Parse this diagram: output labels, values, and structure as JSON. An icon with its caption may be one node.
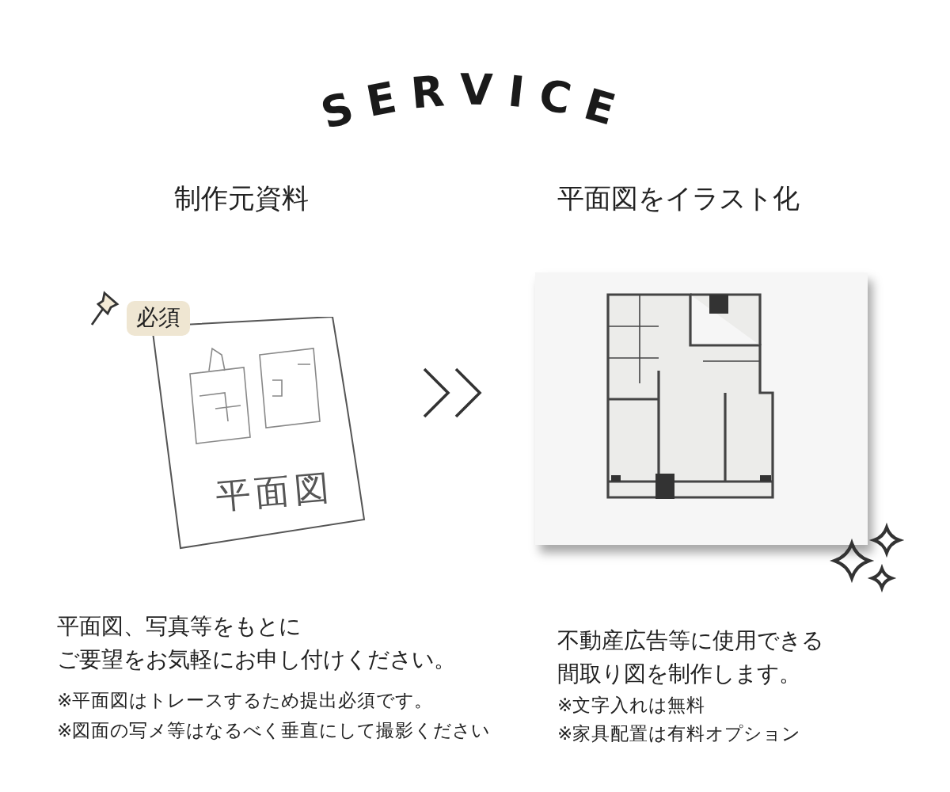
{
  "diagram": {
    "title": "SERVICE",
    "nodes": [
      {
        "text": [
          "平面図"
        ],
        "beside": [
          "必須"
        ]
      },
      {
        "text": [],
        "shape": "picture"
      }
    ],
    "edges": [
      {
        "from": 0,
        "to": 1,
        "arrow": "to"
      }
    ],
    "labels": [
      "制作元資料",
      "平面図をイラスト化",
      "平面図、写真等をもとにご要望をお気軽にお申し付けください。",
      "※平面図はトレースするため提出必須です。",
      "※図面の写メ等はなるべく垂直にして撮影ください",
      "不動産広告等に使用できる間取り図を制作します。",
      "※文字入れは無料",
      "※家具配置は有料オプション"
    ]
  }
}
